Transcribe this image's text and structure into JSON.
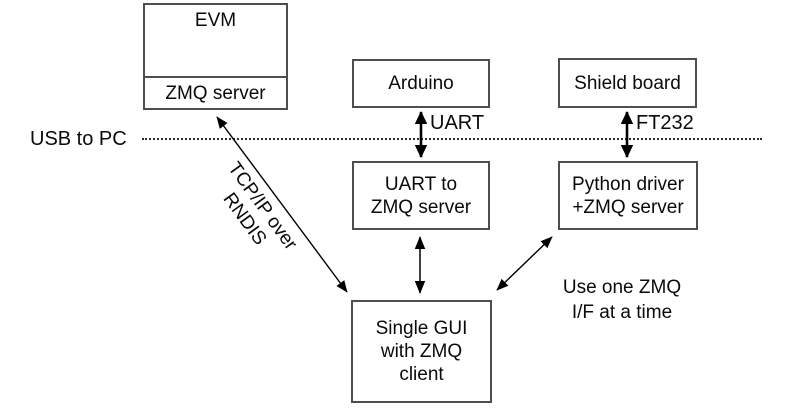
{
  "boxes": {
    "evm": {
      "title": "EVM",
      "sub": "ZMQ server"
    },
    "arduino": {
      "title": "Arduino"
    },
    "shield": {
      "title": "Shield board"
    },
    "uart_zmq": {
      "line1": "UART to",
      "line2": "ZMQ server"
    },
    "python": {
      "line1": "Python driver",
      "line2": "+ZMQ server"
    },
    "gui": {
      "line1": "Single GUI",
      "line2": "with ZMQ",
      "line3": "client"
    }
  },
  "labels": {
    "usb_boundary": "USB to PC",
    "uart": "UART",
    "ft232": "FT232",
    "tcpip_line1": "TCP/IP over",
    "tcpip_line2": "RNDIS",
    "note_line1": "Use one ZMQ",
    "note_line2": "I/F at a time"
  },
  "colors": {
    "background": "#ffffff",
    "box_border": "#4e4e4e",
    "text": "#0a0a0a",
    "arrow": "#000000",
    "dotted_line": "#2b2b2b"
  }
}
